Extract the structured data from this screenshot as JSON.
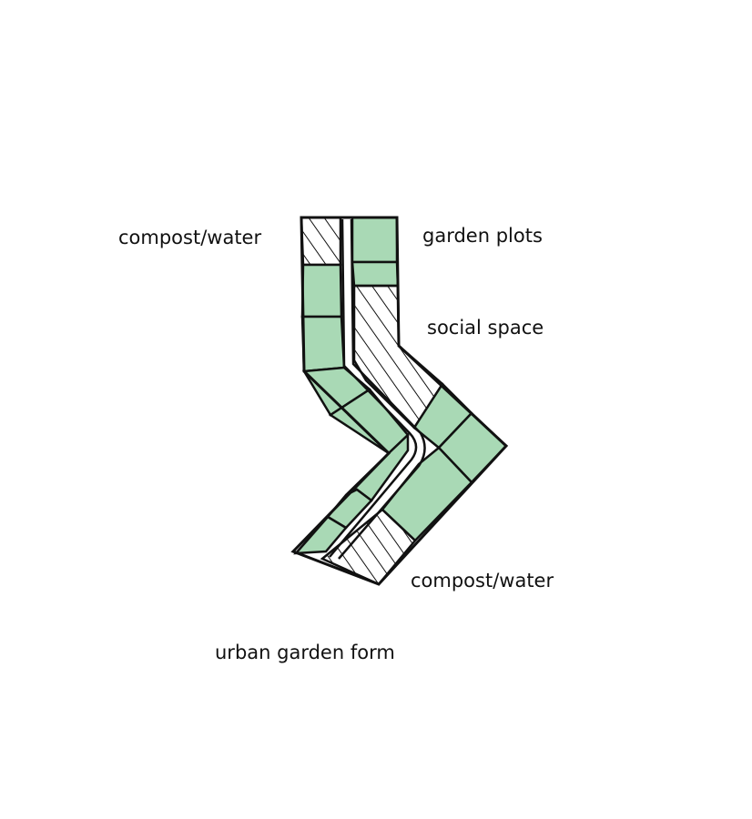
{
  "labels": {
    "compost_top": "compost/water",
    "garden_plots": "garden plots",
    "social_space": "social space",
    "compost_bottom": "compost/water",
    "caption": "urban garden form"
  },
  "colors": {
    "plot_fill": "#a9d9b5",
    "ink": "#111111",
    "background": "#ffffff"
  }
}
